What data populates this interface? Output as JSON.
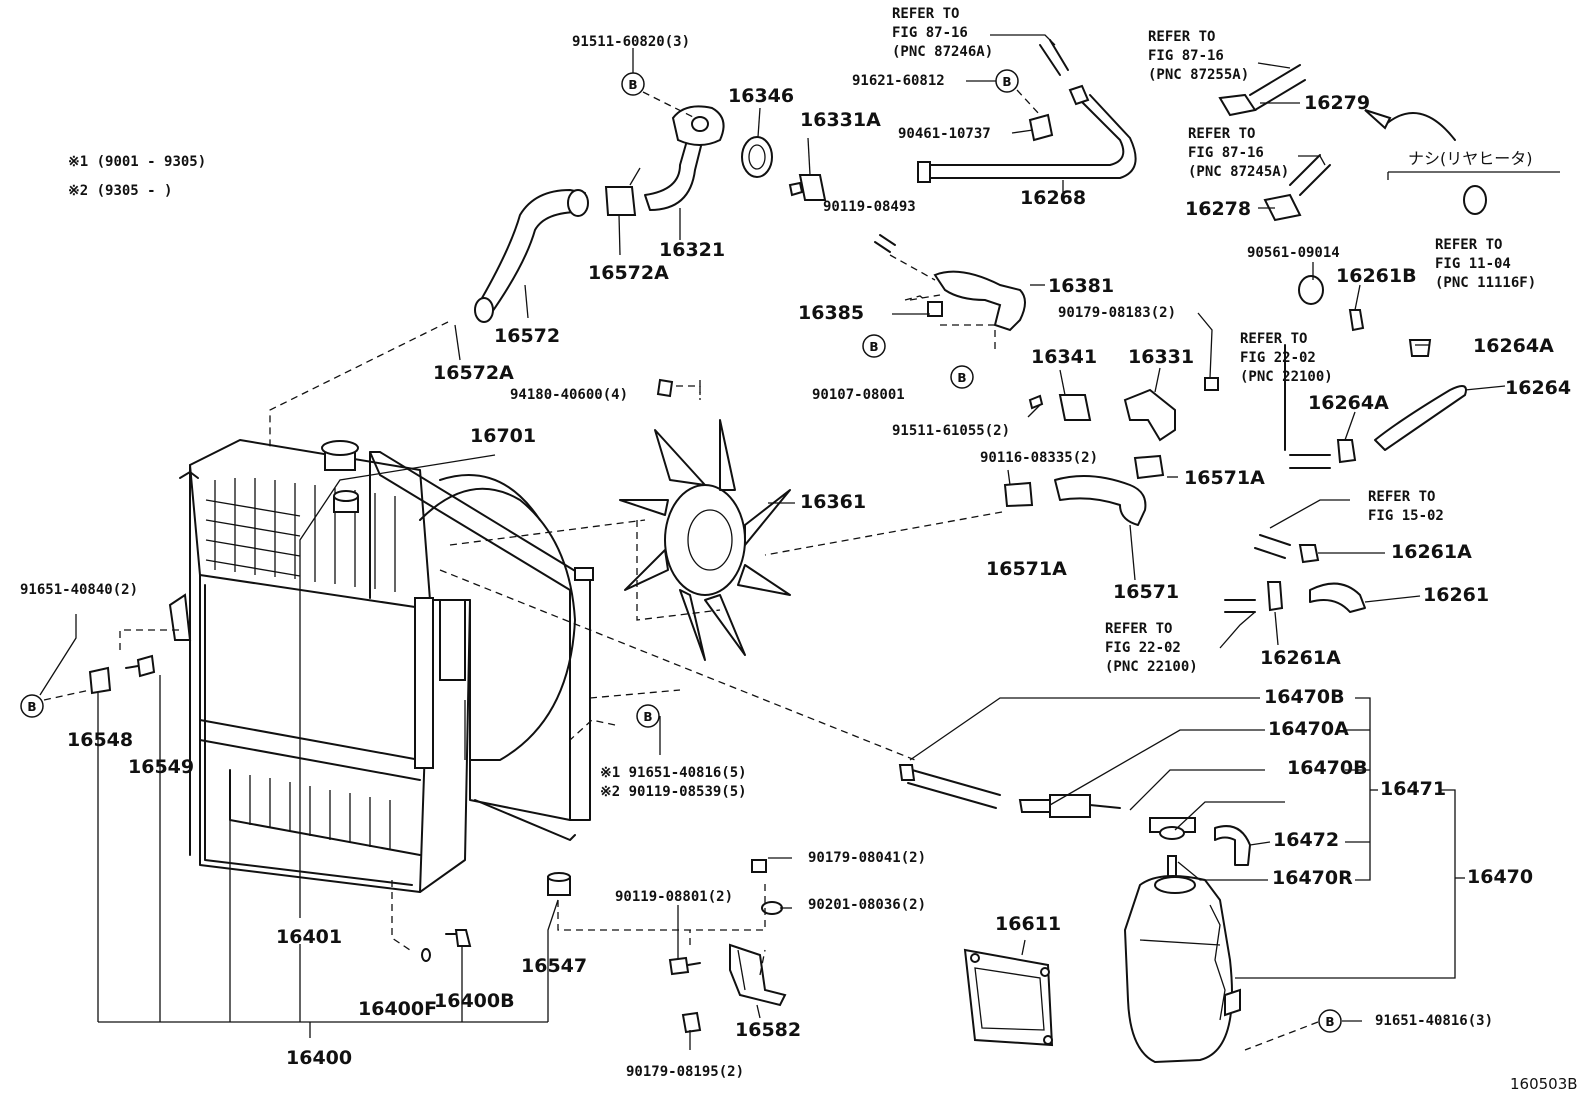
{
  "parts": [
    {
      "id": "p16346",
      "text": "16346"
    },
    {
      "id": "p16331A",
      "text": "16331A"
    },
    {
      "id": "p16321",
      "text": "16321"
    },
    {
      "id": "p16572A_top",
      "text": "16572A"
    },
    {
      "id": "p16572",
      "text": "16572"
    },
    {
      "id": "p16572A",
      "text": "16572A"
    },
    {
      "id": "p16268",
      "text": "16268"
    },
    {
      "id": "p16279",
      "text": "16279"
    },
    {
      "id": "p16278",
      "text": "16278"
    },
    {
      "id": "p16261B",
      "text": "16261B"
    },
    {
      "id": "p16381",
      "text": "16381"
    },
    {
      "id": "p16385",
      "text": "16385"
    },
    {
      "id": "p16341",
      "text": "16341"
    },
    {
      "id": "p16331",
      "text": "16331"
    },
    {
      "id": "p16264A_top",
      "text": "16264A"
    },
    {
      "id": "p16264",
      "text": "16264"
    },
    {
      "id": "p16264A",
      "text": "16264A"
    },
    {
      "id": "p16701",
      "text": "16701"
    },
    {
      "id": "p16361",
      "text": "16361"
    },
    {
      "id": "p16571A_right",
      "text": "16571A"
    },
    {
      "id": "p16571A",
      "text": "16571A"
    },
    {
      "id": "p16571",
      "text": "16571"
    },
    {
      "id": "p16261A_top",
      "text": "16261A"
    },
    {
      "id": "p16261",
      "text": "16261"
    },
    {
      "id": "p16261A",
      "text": "16261A"
    },
    {
      "id": "p16548",
      "text": "16548"
    },
    {
      "id": "p16549",
      "text": "16549"
    },
    {
      "id": "p16470B_top",
      "text": "16470B"
    },
    {
      "id": "p16470A",
      "text": "16470A"
    },
    {
      "id": "p16470B",
      "text": "16470B"
    },
    {
      "id": "p16471",
      "text": "16471"
    },
    {
      "id": "p16472",
      "text": "16472"
    },
    {
      "id": "p16470R",
      "text": "16470R"
    },
    {
      "id": "p16470",
      "text": "16470"
    },
    {
      "id": "p16401",
      "text": "16401"
    },
    {
      "id": "p16547",
      "text": "16547"
    },
    {
      "id": "p16611",
      "text": "16611"
    },
    {
      "id": "p16400F",
      "text": "16400F"
    },
    {
      "id": "p16400B",
      "text": "16400B"
    },
    {
      "id": "p16582",
      "text": "16582"
    },
    {
      "id": "p16400",
      "text": "16400"
    }
  ],
  "notes": [
    {
      "id": "n91511_60820",
      "text": "91511-60820(3)"
    },
    {
      "id": "n91621_60812",
      "text": "91621-60812"
    },
    {
      "id": "n90461_10737",
      "text": "90461-10737"
    },
    {
      "id": "n90119_08493",
      "text": "90119-08493"
    },
    {
      "id": "n90561_09014",
      "text": "90561-09014"
    },
    {
      "id": "n90179_08183",
      "text": "90179-08183(2)"
    },
    {
      "id": "n90107_08001",
      "text": "90107-08001"
    },
    {
      "id": "n94180_40600",
      "text": "94180-40600(4)"
    },
    {
      "id": "n91511_61055",
      "text": "91511-61055(2)"
    },
    {
      "id": "n90116_08335",
      "text": "90116-08335(2)"
    },
    {
      "id": "n91651_40840",
      "text": "91651-40840(2)"
    },
    {
      "id": "n91651_40816_5",
      "text": "※1 91651-40816(5)"
    },
    {
      "id": "n90119_08539",
      "text": "※2 90119-08539(5)"
    },
    {
      "id": "n90179_08041",
      "text": "90179-08041(2)"
    },
    {
      "id": "n90119_08801",
      "text": "90119-08801(2)"
    },
    {
      "id": "n90201_08036",
      "text": "90201-08036(2)"
    },
    {
      "id": "n90179_08195",
      "text": "90179-08195(2)"
    },
    {
      "id": "n91651_40816_3",
      "text": "91651-40816(3)"
    }
  ],
  "refers": [
    {
      "id": "r1",
      "lines": [
        "REFER TO",
        "FIG 87-16",
        "(PNC 87246A)"
      ]
    },
    {
      "id": "r2",
      "lines": [
        "REFER TO",
        "FIG 87-16",
        "(PNC 87255A)"
      ]
    },
    {
      "id": "r3",
      "lines": [
        "REFER TO",
        "FIG 87-16",
        "(PNC 87245A)"
      ]
    },
    {
      "id": "r4",
      "lines": [
        "REFER TO",
        "FIG 11-04",
        "(PNC 11116F)"
      ]
    },
    {
      "id": "r5",
      "lines": [
        "REFER TO",
        "FIG 22-02",
        "(PNC 22100)"
      ]
    },
    {
      "id": "r6",
      "lines": [
        "REFER TO",
        "FIG 15-02"
      ]
    },
    {
      "id": "r7",
      "lines": [
        "REFER TO",
        "FIG 22-02",
        "(PNC 22100)"
      ]
    }
  ],
  "date_codes": [
    {
      "id": "c1",
      "text": "※1 (9001 - 9305)"
    },
    {
      "id": "c2",
      "text": "※2 (9305 -     )"
    }
  ],
  "japanese_note": "ナシ(リヤヒータ)",
  "marker_letter": "B",
  "figure_code": "160503B"
}
